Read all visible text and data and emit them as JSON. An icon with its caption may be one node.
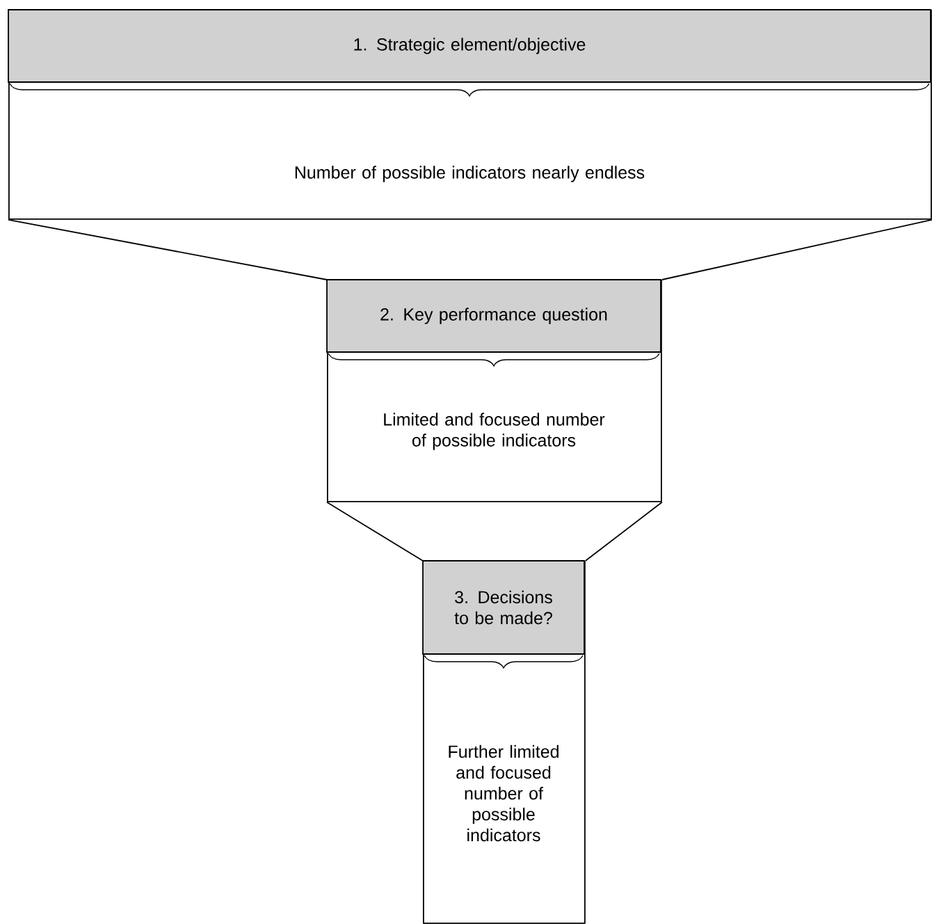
{
  "diagram": {
    "nodes": [
      {
        "text": [
          "1. Strategic element/objective",
          "Number of possible indicators nearly endless"
        ]
      },
      {
        "text": [
          "2. Key performance question",
          "Limited and focused number of possible indicators"
        ]
      },
      {
        "text": [
          "3. Decisions to be made?",
          "Further limited and focused number of possible indicators"
        ]
      }
    ],
    "edges": [
      {
        "from": 0,
        "to": 1,
        "arrow": "none"
      },
      {
        "from": 1,
        "to": 2,
        "arrow": "none"
      }
    ]
  }
}
